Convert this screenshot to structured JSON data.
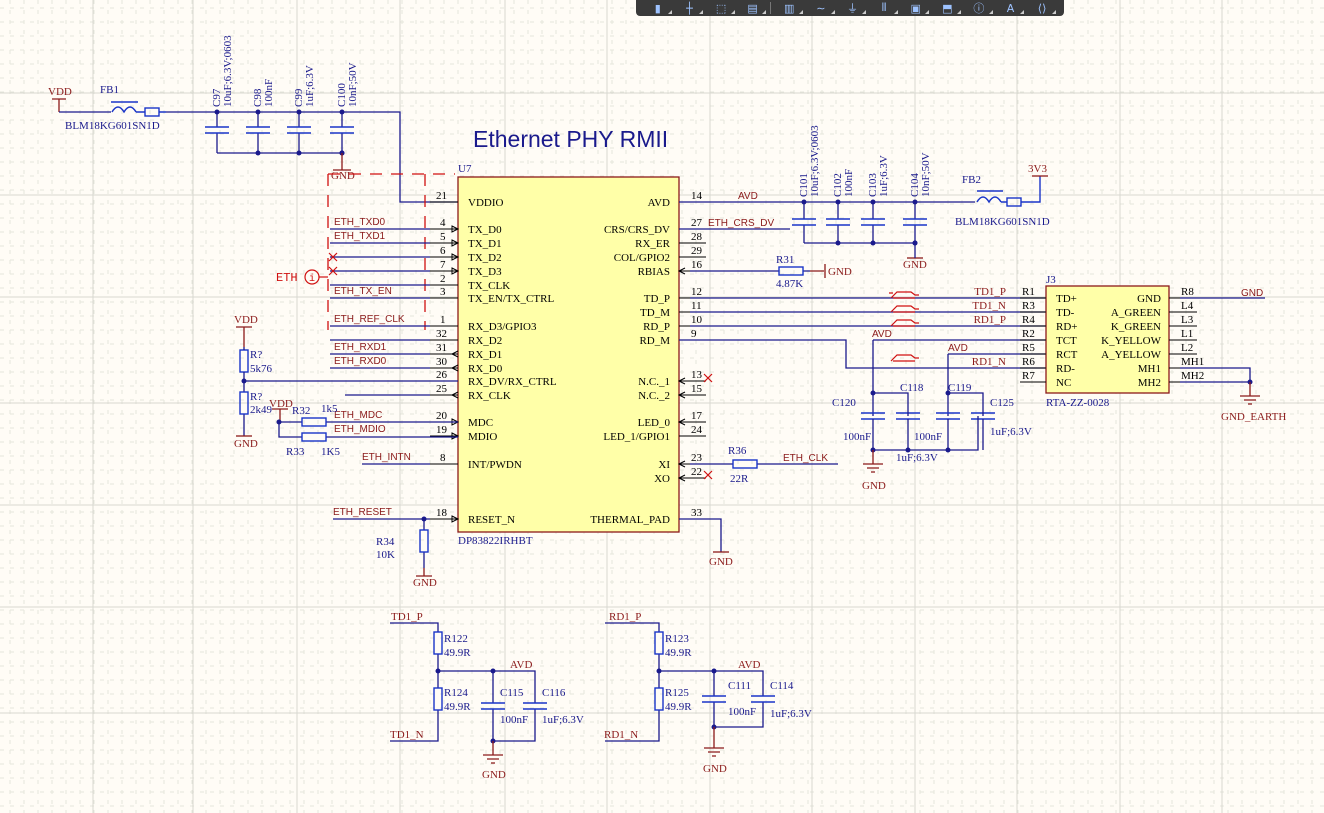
{
  "title": "Ethernet PHY RMII",
  "toolbar": {
    "buttons": [
      {
        "name": "pointer-icon",
        "glyph": "▮"
      },
      {
        "name": "wire-icon",
        "glyph": "┼"
      },
      {
        "name": "select-icon",
        "glyph": "⬚"
      },
      {
        "name": "align-icon",
        "glyph": "▤"
      },
      {
        "name": "part-icon",
        "glyph": "▥"
      },
      {
        "name": "net-icon",
        "glyph": "∼"
      },
      {
        "name": "gnd-power-icon",
        "glyph": "⏚"
      },
      {
        "name": "bus-icon",
        "glyph": "⫴"
      },
      {
        "name": "sheet-symbol-icon",
        "glyph": "▣"
      },
      {
        "name": "port-icon",
        "glyph": "⬒"
      },
      {
        "name": "no-erc-icon",
        "glyph": "ⓘ"
      },
      {
        "name": "text-icon",
        "glyph": "A"
      },
      {
        "name": "directive-icon",
        "glyph": "⟨⟩"
      }
    ]
  },
  "power": {
    "vdd": "VDD",
    "gnd": "GND",
    "v3v3": "3V3",
    "avd": "AVD",
    "gnd_earth": "GND_EARTH"
  },
  "fb1": {
    "ref": "FB1",
    "value": "BLM18KG601SN1D"
  },
  "fb2": {
    "ref": "FB2",
    "value": "BLM18KG601SN1D"
  },
  "caps_top_left": [
    {
      "ref": "C97",
      "value": "10uF;6.3V;0603"
    },
    {
      "ref": "C98",
      "value": "100nF"
    },
    {
      "ref": "C99",
      "value": "1uF;6.3V"
    },
    {
      "ref": "C100",
      "value": "10nF;50V"
    }
  ],
  "caps_top_right": [
    {
      "ref": "C101",
      "value": "10uF;6.3V;0603"
    },
    {
      "ref": "C102",
      "value": "100nF"
    },
    {
      "ref": "C103",
      "value": "1uF;6.3V"
    },
    {
      "ref": "C104",
      "value": "10nF;50V"
    }
  ],
  "u7": {
    "ref": "U7",
    "part": "DP83822IRHBT",
    "left_pins": [
      {
        "num": "21",
        "name": "VDDIO",
        "net": ""
      },
      {
        "num": "4",
        "name": "TX_D0",
        "net": "ETH_TXD0"
      },
      {
        "num": "5",
        "name": "TX_D1",
        "net": "ETH_TXD1"
      },
      {
        "num": "6",
        "name": "TX_D2",
        "net": ""
      },
      {
        "num": "7",
        "name": "TX_D3",
        "net": ""
      },
      {
        "num": "2",
        "name": "TX_CLK",
        "net": ""
      },
      {
        "num": "3",
        "name": "TX_EN/TX_CTRL",
        "net": "ETH_TX_EN"
      },
      {
        "num": "1",
        "name": "RX_D3/GPIO3",
        "net": "ETH_REF_CLK"
      },
      {
        "num": "32",
        "name": "RX_D2",
        "net": ""
      },
      {
        "num": "31",
        "name": "RX_D1",
        "net": "ETH_RXD1"
      },
      {
        "num": "30",
        "name": "RX_D0",
        "net": "ETH_RXD0"
      },
      {
        "num": "26",
        "name": "RX_DV/RX_CTRL",
        "net": ""
      },
      {
        "num": "25",
        "name": "RX_CLK",
        "net": ""
      },
      {
        "num": "20",
        "name": "MDC",
        "net": "ETH_MDC"
      },
      {
        "num": "19",
        "name": "MDIO",
        "net": "ETH_MDIO"
      },
      {
        "num": "8",
        "name": "INT/PWDN",
        "net": "ETH_INTN"
      },
      {
        "num": "18",
        "name": "RESET_N",
        "net": "ETH_RESET"
      }
    ],
    "right_pins": [
      {
        "num": "14",
        "name": "AVD",
        "net": "AVD"
      },
      {
        "num": "27",
        "name": "CRS/CRS_DV",
        "net": "ETH_CRS_DV"
      },
      {
        "num": "28",
        "name": "RX_ER",
        "net": ""
      },
      {
        "num": "29",
        "name": "COL/GPIO2",
        "net": ""
      },
      {
        "num": "16",
        "name": "RBIAS",
        "net": ""
      },
      {
        "num": "12",
        "name": "TD_P",
        "net": ""
      },
      {
        "num": "11",
        "name": "TD_M",
        "net": ""
      },
      {
        "num": "10",
        "name": "RD_P",
        "net": ""
      },
      {
        "num": "9",
        "name": "RD_M",
        "net": ""
      },
      {
        "num": "13",
        "name": "N.C._1",
        "net": ""
      },
      {
        "num": "15",
        "name": "N.C._2",
        "net": ""
      },
      {
        "num": "17",
        "name": "LED_0",
        "net": ""
      },
      {
        "num": "24",
        "name": "LED_1/GPIO1",
        "net": ""
      },
      {
        "num": "23",
        "name": "XI",
        "net": ""
      },
      {
        "num": "22",
        "name": "XO",
        "net": ""
      },
      {
        "num": "33",
        "name": "THERMAL_PAD",
        "net": ""
      }
    ]
  },
  "eth_port": {
    "label": "ETH"
  },
  "r31": {
    "ref": "R31",
    "value": "4.87K"
  },
  "r36": {
    "ref": "R36",
    "value": "22R",
    "net": "ETH_CLK"
  },
  "r34": {
    "ref": "R34",
    "value": "10K"
  },
  "r_top": {
    "ref": "R?",
    "value": "5k76"
  },
  "r_bot": {
    "ref": "R?",
    "value": "2k49"
  },
  "r32": {
    "ref": "R32",
    "value": "1k5"
  },
  "r33": {
    "ref": "R33",
    "value": "1K5"
  },
  "j3": {
    "ref": "J3",
    "part": "RTA-ZZ-0028",
    "left_pins": [
      {
        "num": "R1",
        "name": "TD+",
        "net": "TD1_P"
      },
      {
        "num": "R3",
        "name": "TD-",
        "net": "TD1_N"
      },
      {
        "num": "R4",
        "name": "RD+",
        "net": "RD1_P"
      },
      {
        "num": "R2",
        "name": "TCT",
        "net": ""
      },
      {
        "num": "R5",
        "name": "RCT",
        "net": ""
      },
      {
        "num": "R6",
        "name": "RD-",
        "net": "RD1_N"
      },
      {
        "num": "R7",
        "name": "NC",
        "net": ""
      }
    ],
    "right_pins": [
      {
        "num": "R8",
        "name": "GND",
        "net": "GND"
      },
      {
        "num": "L4",
        "name": "A_GREEN",
        "net": ""
      },
      {
        "num": "L3",
        "name": "K_GREEN",
        "net": ""
      },
      {
        "num": "L1",
        "name": "K_YELLOW",
        "net": ""
      },
      {
        "num": "L2",
        "name": "A_YELLOW",
        "net": ""
      },
      {
        "num": "MH1",
        "name": "MH1",
        "net": ""
      },
      {
        "num": "MH2",
        "name": "MH2",
        "net": ""
      }
    ]
  },
  "caps_ct": [
    {
      "ref": "C120",
      "value": "100nF"
    },
    {
      "ref": "C118",
      "value": "1uF;6.3V"
    },
    {
      "ref": "C119",
      "value": "100nF"
    },
    {
      "ref": "C125",
      "value": "1uF;6.3V"
    }
  ],
  "term_td": {
    "net_p": "TD1_P",
    "net_n": "TD1_N",
    "r_top": {
      "ref": "R122",
      "value": "49.9R"
    },
    "r_bot": {
      "ref": "R124",
      "value": "49.9R"
    },
    "c1": {
      "ref": "C115",
      "value": "100nF"
    },
    "c2": {
      "ref": "C116",
      "value": "1uF;6.3V"
    }
  },
  "term_rd": {
    "net_p": "RD1_P",
    "net_n": "RD1_N",
    "r_top": {
      "ref": "R123",
      "value": "49.9R"
    },
    "r_bot": {
      "ref": "R125",
      "value": "49.9R"
    },
    "c1": {
      "ref": "C111",
      "value": "100nF"
    },
    "c2": {
      "ref": "C114",
      "value": "1uF;6.3V"
    }
  }
}
